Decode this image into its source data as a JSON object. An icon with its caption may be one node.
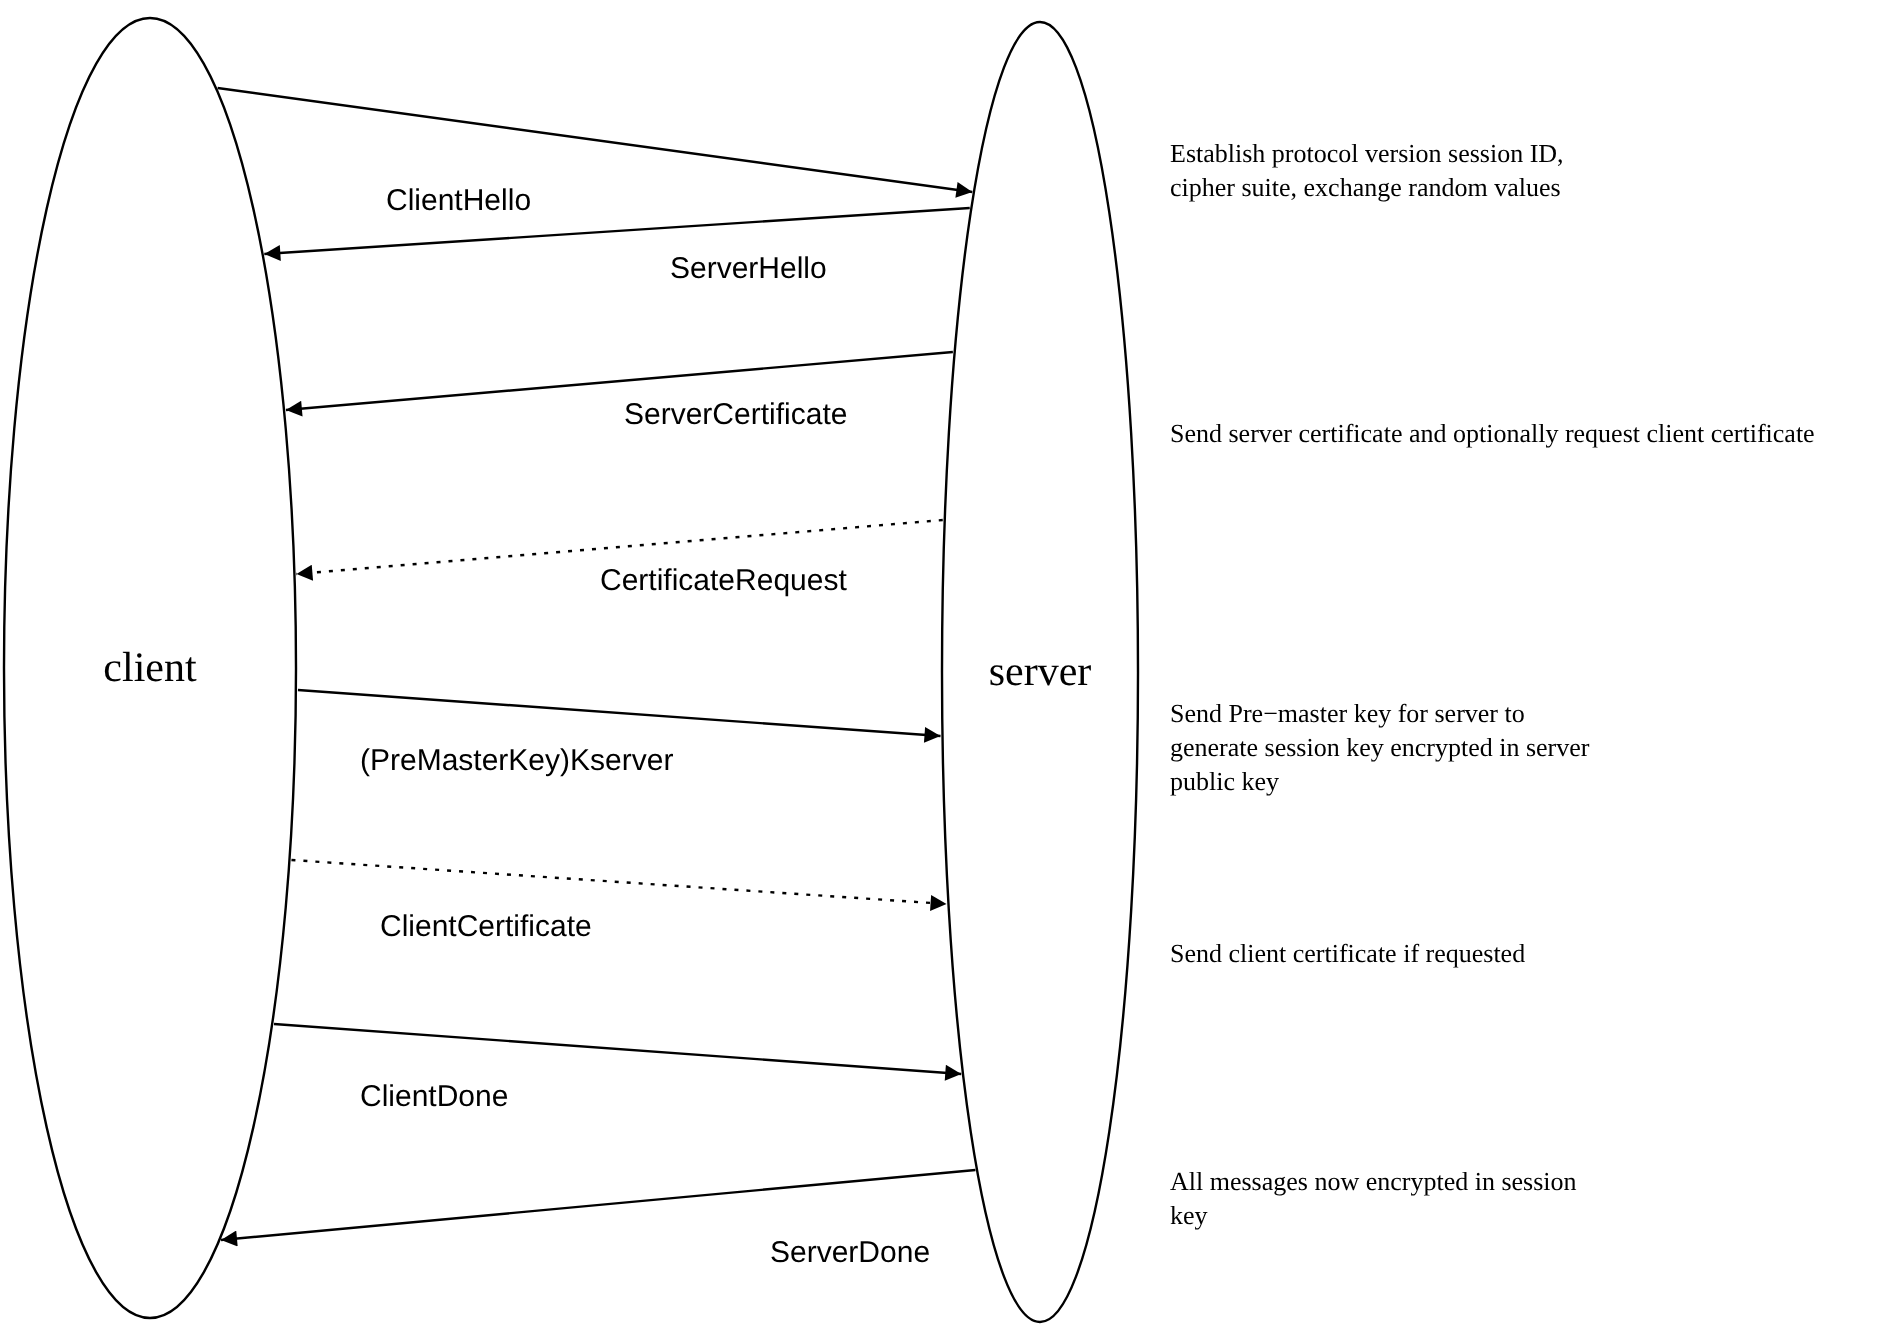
{
  "diagram": {
    "nodes": [
      {
        "text": [
          "client"
        ]
      },
      {
        "text": [
          "server"
        ]
      }
    ],
    "edges": [
      {
        "from": 0,
        "to": 1,
        "arrow": "to",
        "label": "ClientHello"
      },
      {
        "from": 1,
        "to": 0,
        "arrow": "to",
        "label": "ServerHello"
      },
      {
        "from": 1,
        "to": 0,
        "arrow": "to",
        "label": "ServerCertificate"
      },
      {
        "from": 1,
        "to": 0,
        "arrow": "to",
        "label": "CertificateRequest",
        "style": "dashed"
      },
      {
        "from": 0,
        "to": 1,
        "arrow": "to",
        "label": "(PreMasterKey)Kserver"
      },
      {
        "from": 0,
        "to": 1,
        "arrow": "to",
        "label": "ClientCertificate",
        "style": "dashed"
      },
      {
        "from": 0,
        "to": 1,
        "arrow": "to",
        "label": "ClientDone"
      },
      {
        "from": 1,
        "to": 0,
        "arrow": "to",
        "label": "ServerDone"
      }
    ],
    "labels": [
      "Establish protocol version session ID, cipher suite, exchange random values",
      "Send server certificate and optionally request client certificate",
      "Send Pre−master key for server to generate session key encrypted in server public key",
      "Send client certificate if requested",
      "All messages now encrypted in session key"
    ]
  }
}
